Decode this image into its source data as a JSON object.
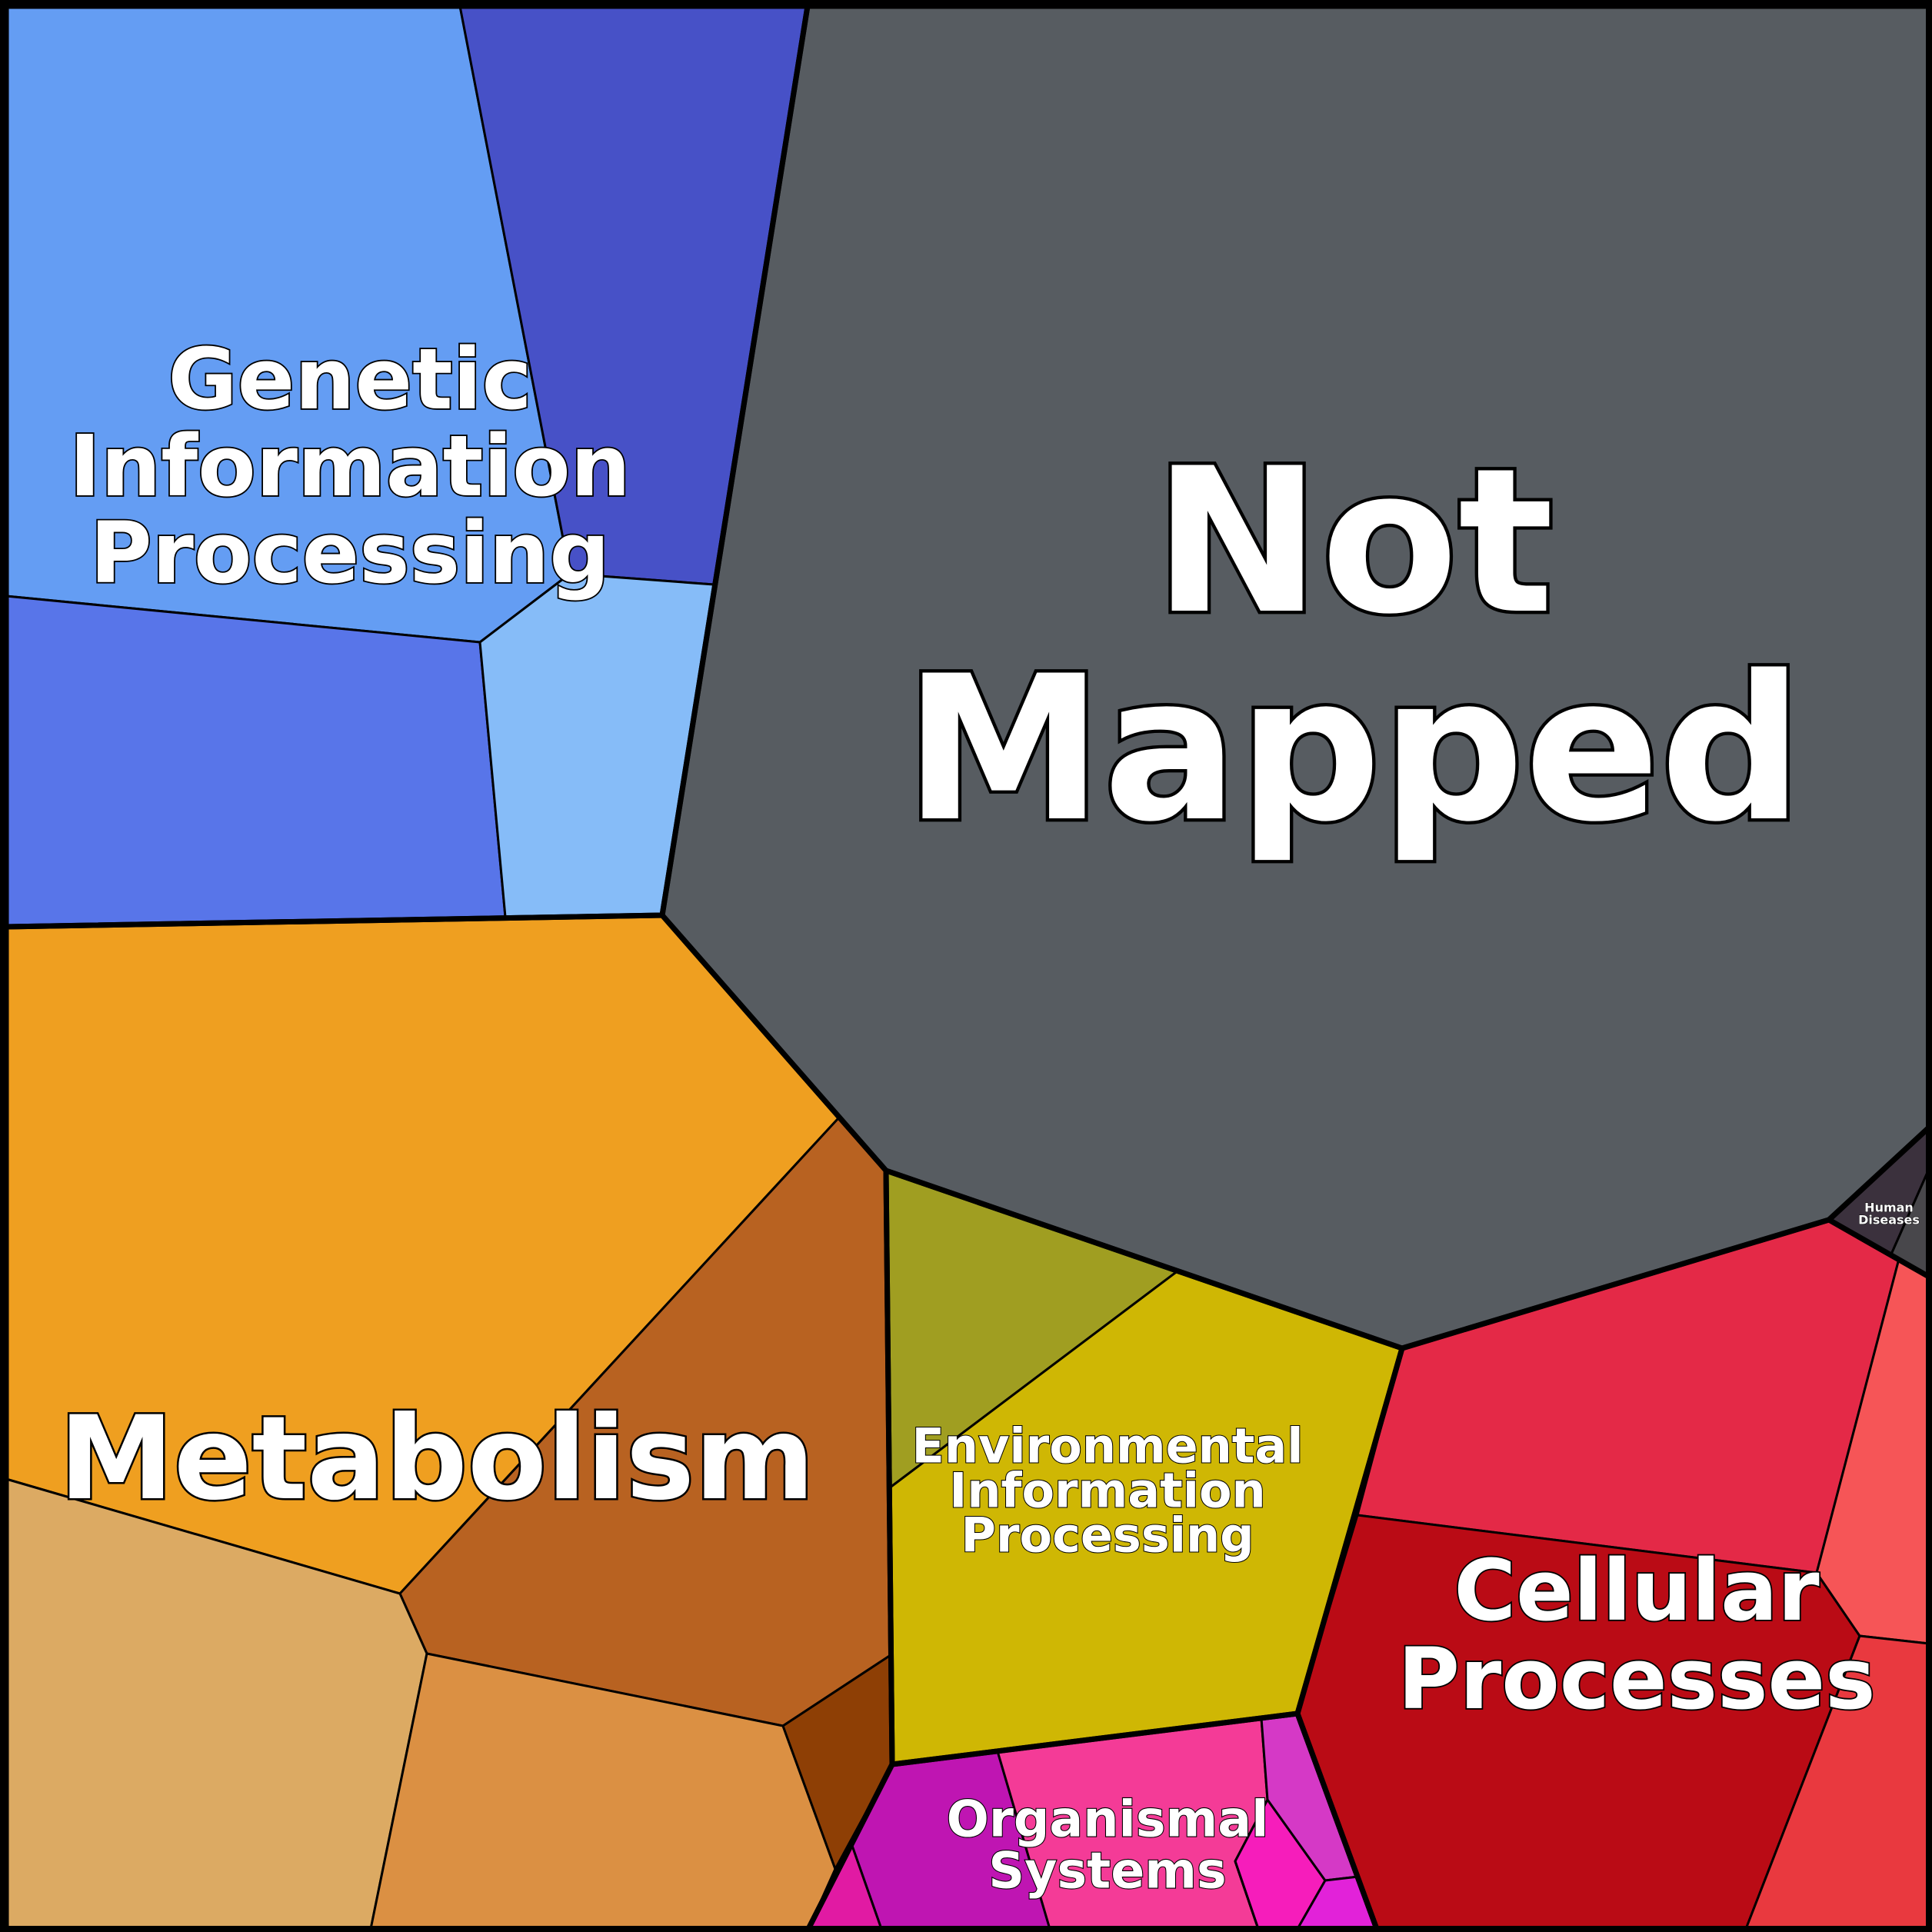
{
  "chart_data": {
    "type": "voronoi-treemap",
    "categories": [
      {
        "name": "Not Mapped",
        "color": "#575C61",
        "lines": [
          "Not",
          "Mapped"
        ],
        "subcells": [
          "#575C61"
        ]
      },
      {
        "name": "Genetic Information Processing",
        "color": "#649DF3",
        "lines": [
          "Genetic",
          "Information",
          "Processing"
        ],
        "subcells": [
          "#649DF3",
          "#4751C7",
          "#5875E9",
          "#86BCF8"
        ]
      },
      {
        "name": "Metabolism",
        "color": "#EF9F20",
        "lines": [
          "Metabolism"
        ],
        "subcells": [
          "#EF9F20",
          "#B86221",
          "#DCAA63",
          "#DB9043",
          "#8E3F05"
        ]
      },
      {
        "name": "Environmental Information Processing",
        "color": "#CFB704",
        "lines": [
          "Environmental",
          "Information",
          "Processing"
        ],
        "subcells": [
          "#A09E21",
          "#CFB704"
        ]
      },
      {
        "name": "Cellular Processes",
        "color": "#BA0B15",
        "lines": [
          "Cellular",
          "Processes"
        ],
        "subcells": [
          "#E42947",
          "#BA0B15",
          "#F65557",
          "#E9393F"
        ]
      },
      {
        "name": "Organismal Systems",
        "color": "#F43B97",
        "lines": [
          "Organismal",
          "Systems"
        ],
        "subcells": [
          "#BF15B2",
          "#F43B97",
          "#F61DBB",
          "#D539C6",
          "#E222D9",
          "#E11AA3",
          "#F04F96"
        ]
      },
      {
        "name": "Human Diseases",
        "color": "#3B313D",
        "lines": [
          "Human",
          "Diseases"
        ],
        "subcells": [
          "#3B313D",
          "#48474B"
        ]
      }
    ]
  }
}
